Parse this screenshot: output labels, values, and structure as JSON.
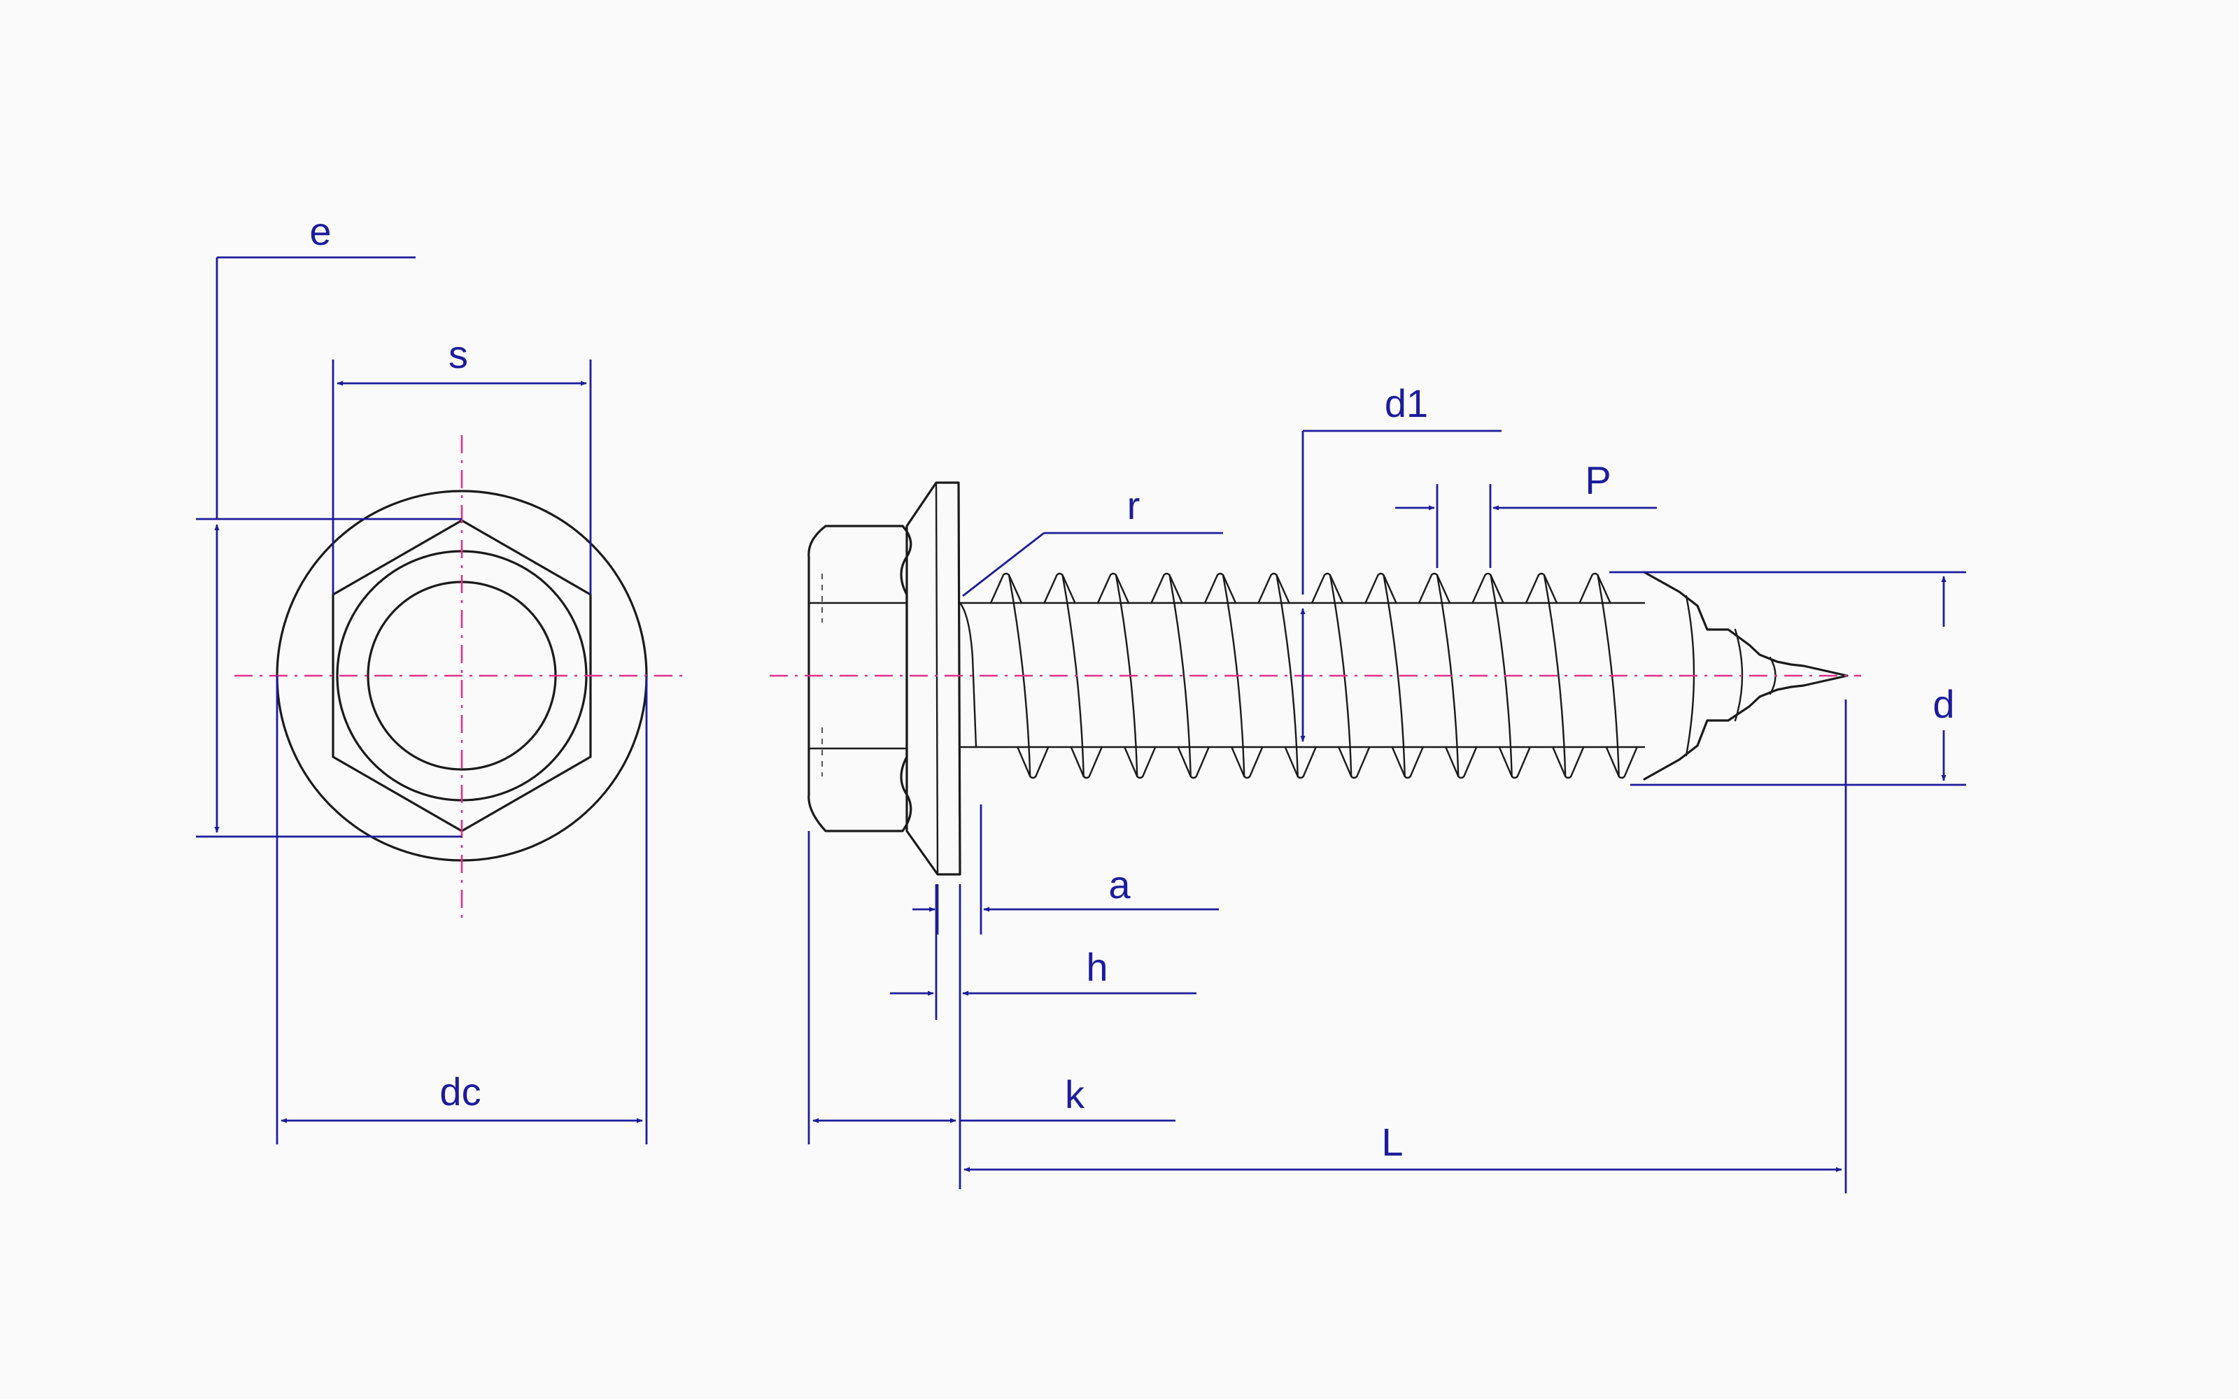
{
  "labels": {
    "e": "e",
    "s": "s",
    "dc": "dc",
    "r": "r",
    "d1": "d1",
    "P": "P",
    "d": "d",
    "a": "a",
    "h": "h",
    "k": "k",
    "L": "L"
  },
  "colors": {
    "object_line": "#1a1a1a",
    "dimension": "#1c1c9c",
    "centerline": "#e0308a",
    "background": "#fafafa"
  }
}
